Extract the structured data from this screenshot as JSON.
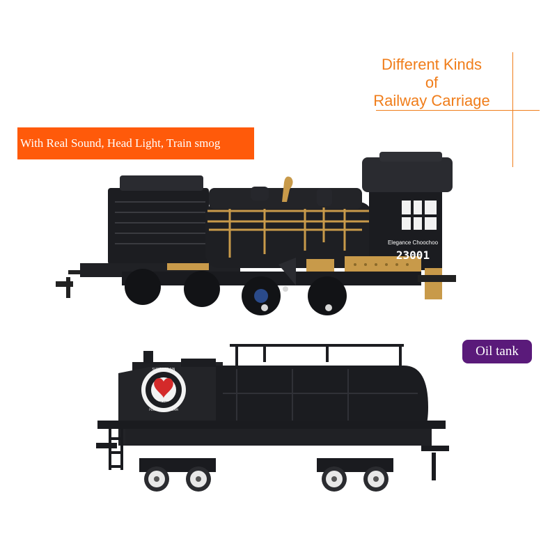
{
  "headline": {
    "line1": "Different Kinds",
    "line2": "of",
    "line3": "Railway Carriage"
  },
  "feature_banner": "With Real Sound, Head Light, Train smog",
  "oil_tank_label": "Oil tank",
  "locomotive": {
    "plate_name": "Elegance Choochoo",
    "plate_number": "23001"
  },
  "tank_car": {
    "logo_top": "SUPER TRAIN",
    "logo_mid": "FOR STYLE",
    "logo_bottom": "POWERED BY STEAM"
  },
  "colors": {
    "headline": "#f07d1a",
    "banner_bg": "#ff5a0a",
    "badge_bg": "#5a1a7a",
    "body_black": "#1e1f22",
    "gold_trim": "#c89a4a"
  }
}
